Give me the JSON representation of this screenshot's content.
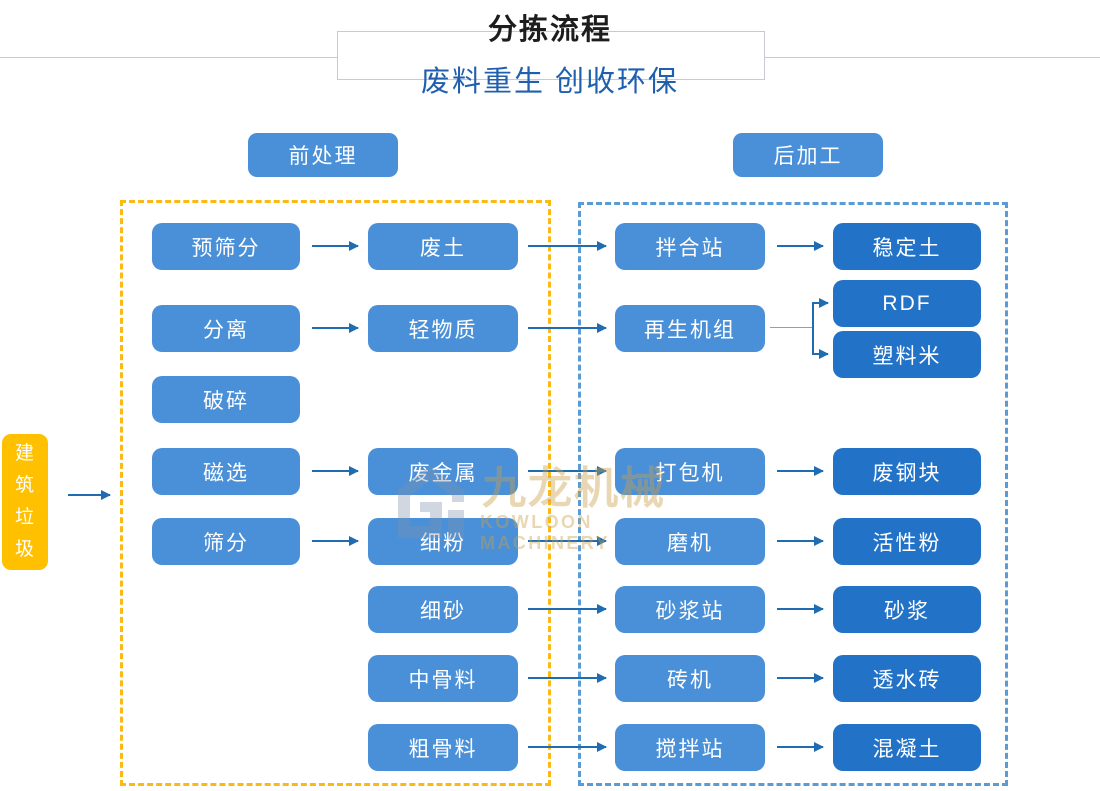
{
  "header": {
    "title": "分拣流程",
    "subtitle": "废料重生 创收环保"
  },
  "sections": [
    {
      "id": "pre",
      "label": "前处理",
      "frame_color": "#fcb913"
    },
    {
      "id": "post",
      "label": "后加工",
      "frame_color": "#5b9bd5"
    }
  ],
  "input": {
    "label": "建筑垃圾",
    "color": "#ffc000"
  },
  "colors": {
    "node_mid": "#4a90d9",
    "node_dark": "#2272c8",
    "arrow": "#1f6cb0",
    "title": "#1d1d1d",
    "subtitle": "#1f5fae",
    "rule": "#c9c9d4"
  },
  "nodes": {
    "pre_process": [
      {
        "label": "预筛分"
      },
      {
        "label": "分离"
      },
      {
        "label": "破碎"
      },
      {
        "label": "磁选"
      },
      {
        "label": "筛分"
      }
    ],
    "materials": [
      {
        "label": "废土"
      },
      {
        "label": "轻物质"
      },
      {
        "label": "废金属"
      },
      {
        "label": "细粉"
      },
      {
        "label": "细砂"
      },
      {
        "label": "中骨料"
      },
      {
        "label": "粗骨料"
      }
    ],
    "equipment": [
      {
        "label": "拌合站"
      },
      {
        "label": "再生机组"
      },
      {
        "label": "打包机"
      },
      {
        "label": "磨机"
      },
      {
        "label": "砂浆站"
      },
      {
        "label": "砖机"
      },
      {
        "label": "搅拌站"
      }
    ],
    "products": [
      {
        "label": "稳定土"
      },
      {
        "label": "RDF"
      },
      {
        "label": "塑料米"
      },
      {
        "label": "废钢块"
      },
      {
        "label": "活性粉"
      },
      {
        "label": "砂浆"
      },
      {
        "label": "透水砖"
      },
      {
        "label": "混凝土"
      }
    ]
  },
  "watermark": {
    "cn": "九龙机械",
    "en": "KOWLOON MACHINERY"
  }
}
